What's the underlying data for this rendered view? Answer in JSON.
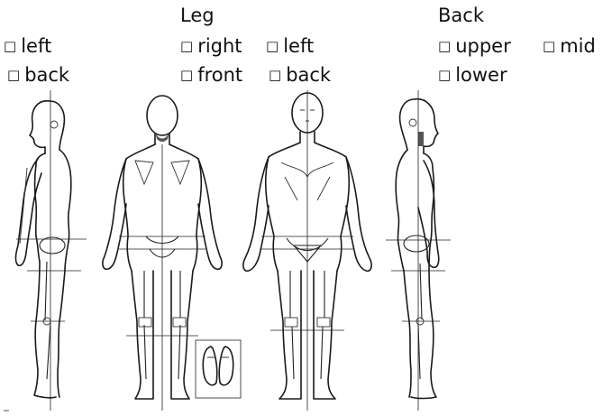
{
  "headings": {
    "leg": "Leg",
    "back": "Back"
  },
  "left_group": {
    "left": "left",
    "back": "back"
  },
  "leg_group": {
    "right": "right",
    "left": "left",
    "front": "front",
    "back": "back"
  },
  "back_group": {
    "upper": "upper",
    "mid": "mid",
    "lower": "lower"
  },
  "checkbox_glyph": "□",
  "figures": [
    "side-view-left",
    "back-view",
    "front-view",
    "side-view-right",
    "feet-soles-inset"
  ]
}
